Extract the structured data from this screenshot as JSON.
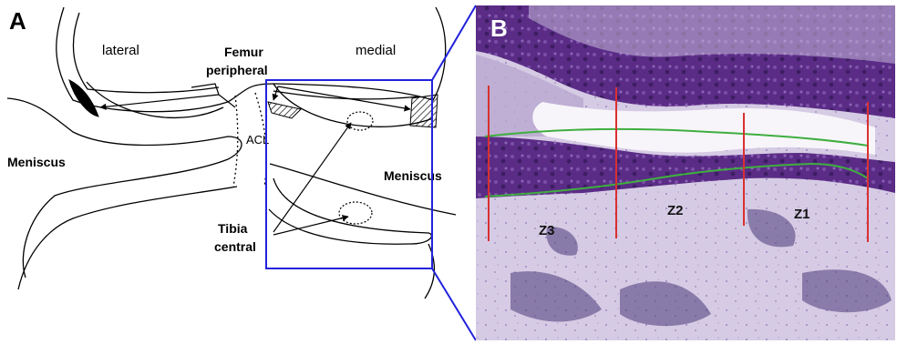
{
  "panel_a": {
    "letter": "A",
    "labels": {
      "lateral": "lateral",
      "femur": "Femur",
      "peripheral": "peripheral",
      "medial": "medial",
      "acl": "ACL",
      "meniscus_left": "Meniscus",
      "meniscus_right": "Meniscus",
      "tibia": "Tibia",
      "central": "central"
    }
  },
  "panel_b": {
    "letter": "B",
    "zones": [
      "Z3",
      "Z2",
      "Z1"
    ]
  },
  "colors": {
    "highlight_box": "#2222dd",
    "zone_lines": "#d93030",
    "cartilage_boundary": "#3fae3f",
    "tissue_purple": "#5a2c86",
    "bone_light": "#d9cfe6"
  }
}
